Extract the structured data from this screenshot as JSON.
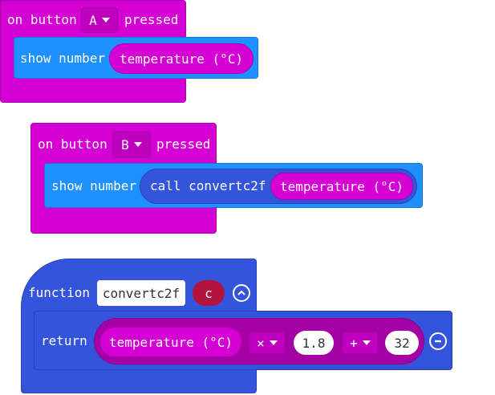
{
  "block_a": {
    "on": "on button",
    "button": "A",
    "pressed": "pressed",
    "show": "show number",
    "value": "temperature (°C)"
  },
  "block_b": {
    "on": "on button",
    "button": "B",
    "pressed": "pressed",
    "show": "show number",
    "call": "call convertc2f",
    "arg": "temperature (°C)"
  },
  "function_block": {
    "keyword": "function",
    "name": "convertc2f",
    "param": "c",
    "return": "return",
    "temp": "temperature (°C)",
    "op1": "×",
    "num1": "1.8",
    "op2": "+",
    "num2": "32"
  },
  "colors": {
    "event": "#d400d4",
    "basic": "#1e90ff",
    "functions": "#3455db",
    "param": "#b3123c"
  }
}
